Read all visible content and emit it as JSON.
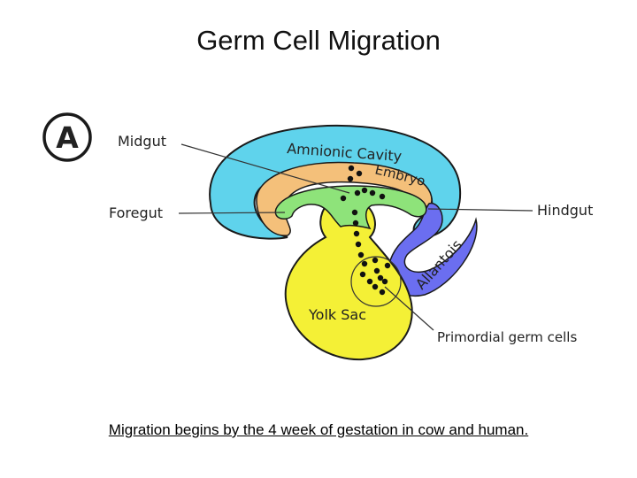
{
  "title": "Germ Cell Migration",
  "panel_letter": "A",
  "labels": {
    "midgut": "Midgut",
    "foregut": "Foregut",
    "hindgut": "Hindgut",
    "amnionic_cavity": "Amnionic Cavity",
    "embryo": "Embryo",
    "allantois": "Allantois",
    "yolk_sac": "Yolk Sac",
    "primordial_germ_cells": "Primordial germ cells"
  },
  "caption": "Migration begins by the 4 week of gestation in cow and human.",
  "colors": {
    "amnion": "#5fd3ec",
    "embryo": "#f4c07a",
    "gut": "#8ee37a",
    "allantois": "#6b6ef0",
    "yolk_sac": "#f4f036",
    "outline": "#1a1a1a"
  }
}
